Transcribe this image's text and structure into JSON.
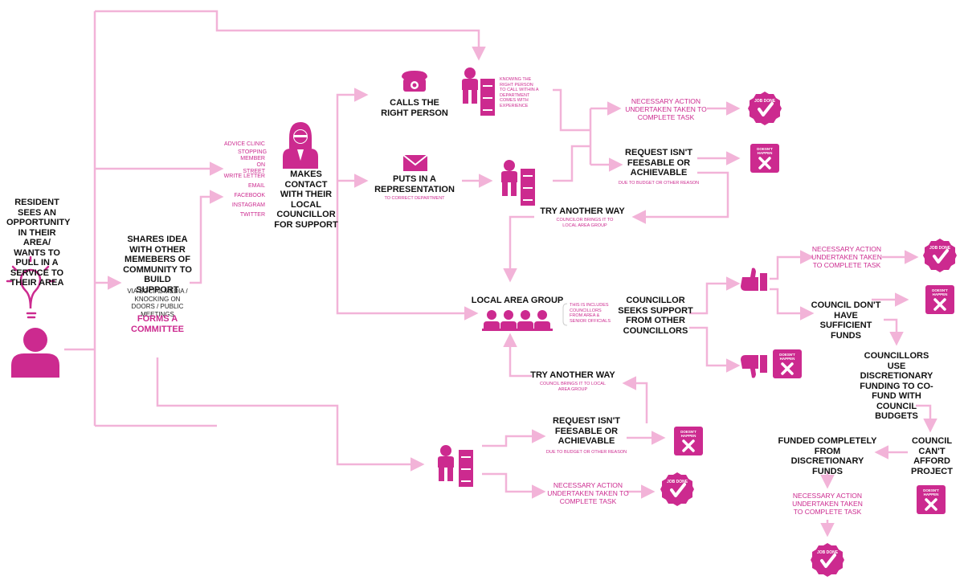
{
  "colors": {
    "magenta": "#cc2a8f",
    "line": "#f2b3d8",
    "text": "#111111"
  },
  "resident": {
    "title": "RESIDENT SEES AN OPPORTUNITY IN THEIR AREA/ WANTS TO PULL IN A SERVICE TO THEIR AREA",
    "icons": [
      "lightbulb-icon",
      "person-icon"
    ]
  },
  "shares": {
    "title": "SHARES IDEA WITH OTHER MEMEBERS OF COMMUNITY TO BUILD SUPPORT",
    "sub": "VIA SOCIAL MEDIA / KNOCKING ON DOORS / PUBLIC MEETINGS",
    "committee": "FORMS A COMMITTEE"
  },
  "channels": [
    "ADVICE CLINIC",
    "STOPPING MEMBER ON STREET",
    "WRITE LETTER",
    "EMAIL",
    "FACEBOOK",
    "INSTAGRAM",
    "TWITTER"
  ],
  "makes_contact": {
    "title": "MAKES CONTACT WITH THEIR LOCAL COUNCILLOR FOR SUPPORT"
  },
  "calls": {
    "title": "CALLS THE RIGHT PERSON",
    "note": "KNOWING THE RIGHT PERSON TO CALL WITHIN A DEPARTMENT COMES WITH EXPERIENCE"
  },
  "puts": {
    "title": "PUTS IN A REPRESENTATION",
    "sub": "TO CORRECT DEPARTMENT"
  },
  "upper_outcomes": {
    "action": "NECESSARY ACTION UNDERTAKEN TAKEN TO COMPLETE TASK",
    "request_title": "REQUEST ISN'T FEESABLE OR ACHIEVABLE",
    "request_sub": "DUE TO BUDGET OR OTHER REASON"
  },
  "try_upper": {
    "title": "TRY ANOTHER WAY",
    "sub": "COUNCILOR BRINGS IT TO LOCAL AREA GROUP"
  },
  "lag": {
    "title": "LOCAL AREA GROUP",
    "note": "THIS IS INCLUDES COUNCILLORS FROM AREA & SENIOR OFFICIALS"
  },
  "seeks": {
    "title": "COUNCILLOR SEEKS SUPPORT FROM OTHER COUNCILLORS"
  },
  "right_branch": {
    "action": "NECESSARY ACTION UNDERTAKEN TAKEN TO COMPLETE TASK",
    "no_funds": "COUNCIL DON'T HAVE SUFFICIENT FUNDS",
    "discretionary": "COUNCILLORS USE DISCRETIONARY FUNDING TO CO-FUND WITH COUNCIL BUDGETS",
    "cant_afford": "COUNCIL CAN'T AFFORD PROJECT",
    "funded": "FUNDED COMPLETELY FROM DISCRETIONARY FUNDS",
    "final_action": "NECESSARY ACTION UNDERTAKEN TAKEN TO COMPLETE TASK"
  },
  "try_lower": {
    "title": "TRY ANOTHER WAY",
    "sub": "COUNCIL BRINGS IT TO LOCAL AREA GROUP"
  },
  "lower_outcomes": {
    "request_title": "REQUEST ISN'T FEESABLE OR ACHIEVABLE",
    "request_sub": "DUE TO BUDGET OR OTHER REASON",
    "action": "NECESSARY ACTION UNDERTAKEN TAKEN TO COMPLETE TASK"
  },
  "badges": {
    "done": "JOB DONE",
    "not_happen": "DOESN'T HAPPEN"
  }
}
